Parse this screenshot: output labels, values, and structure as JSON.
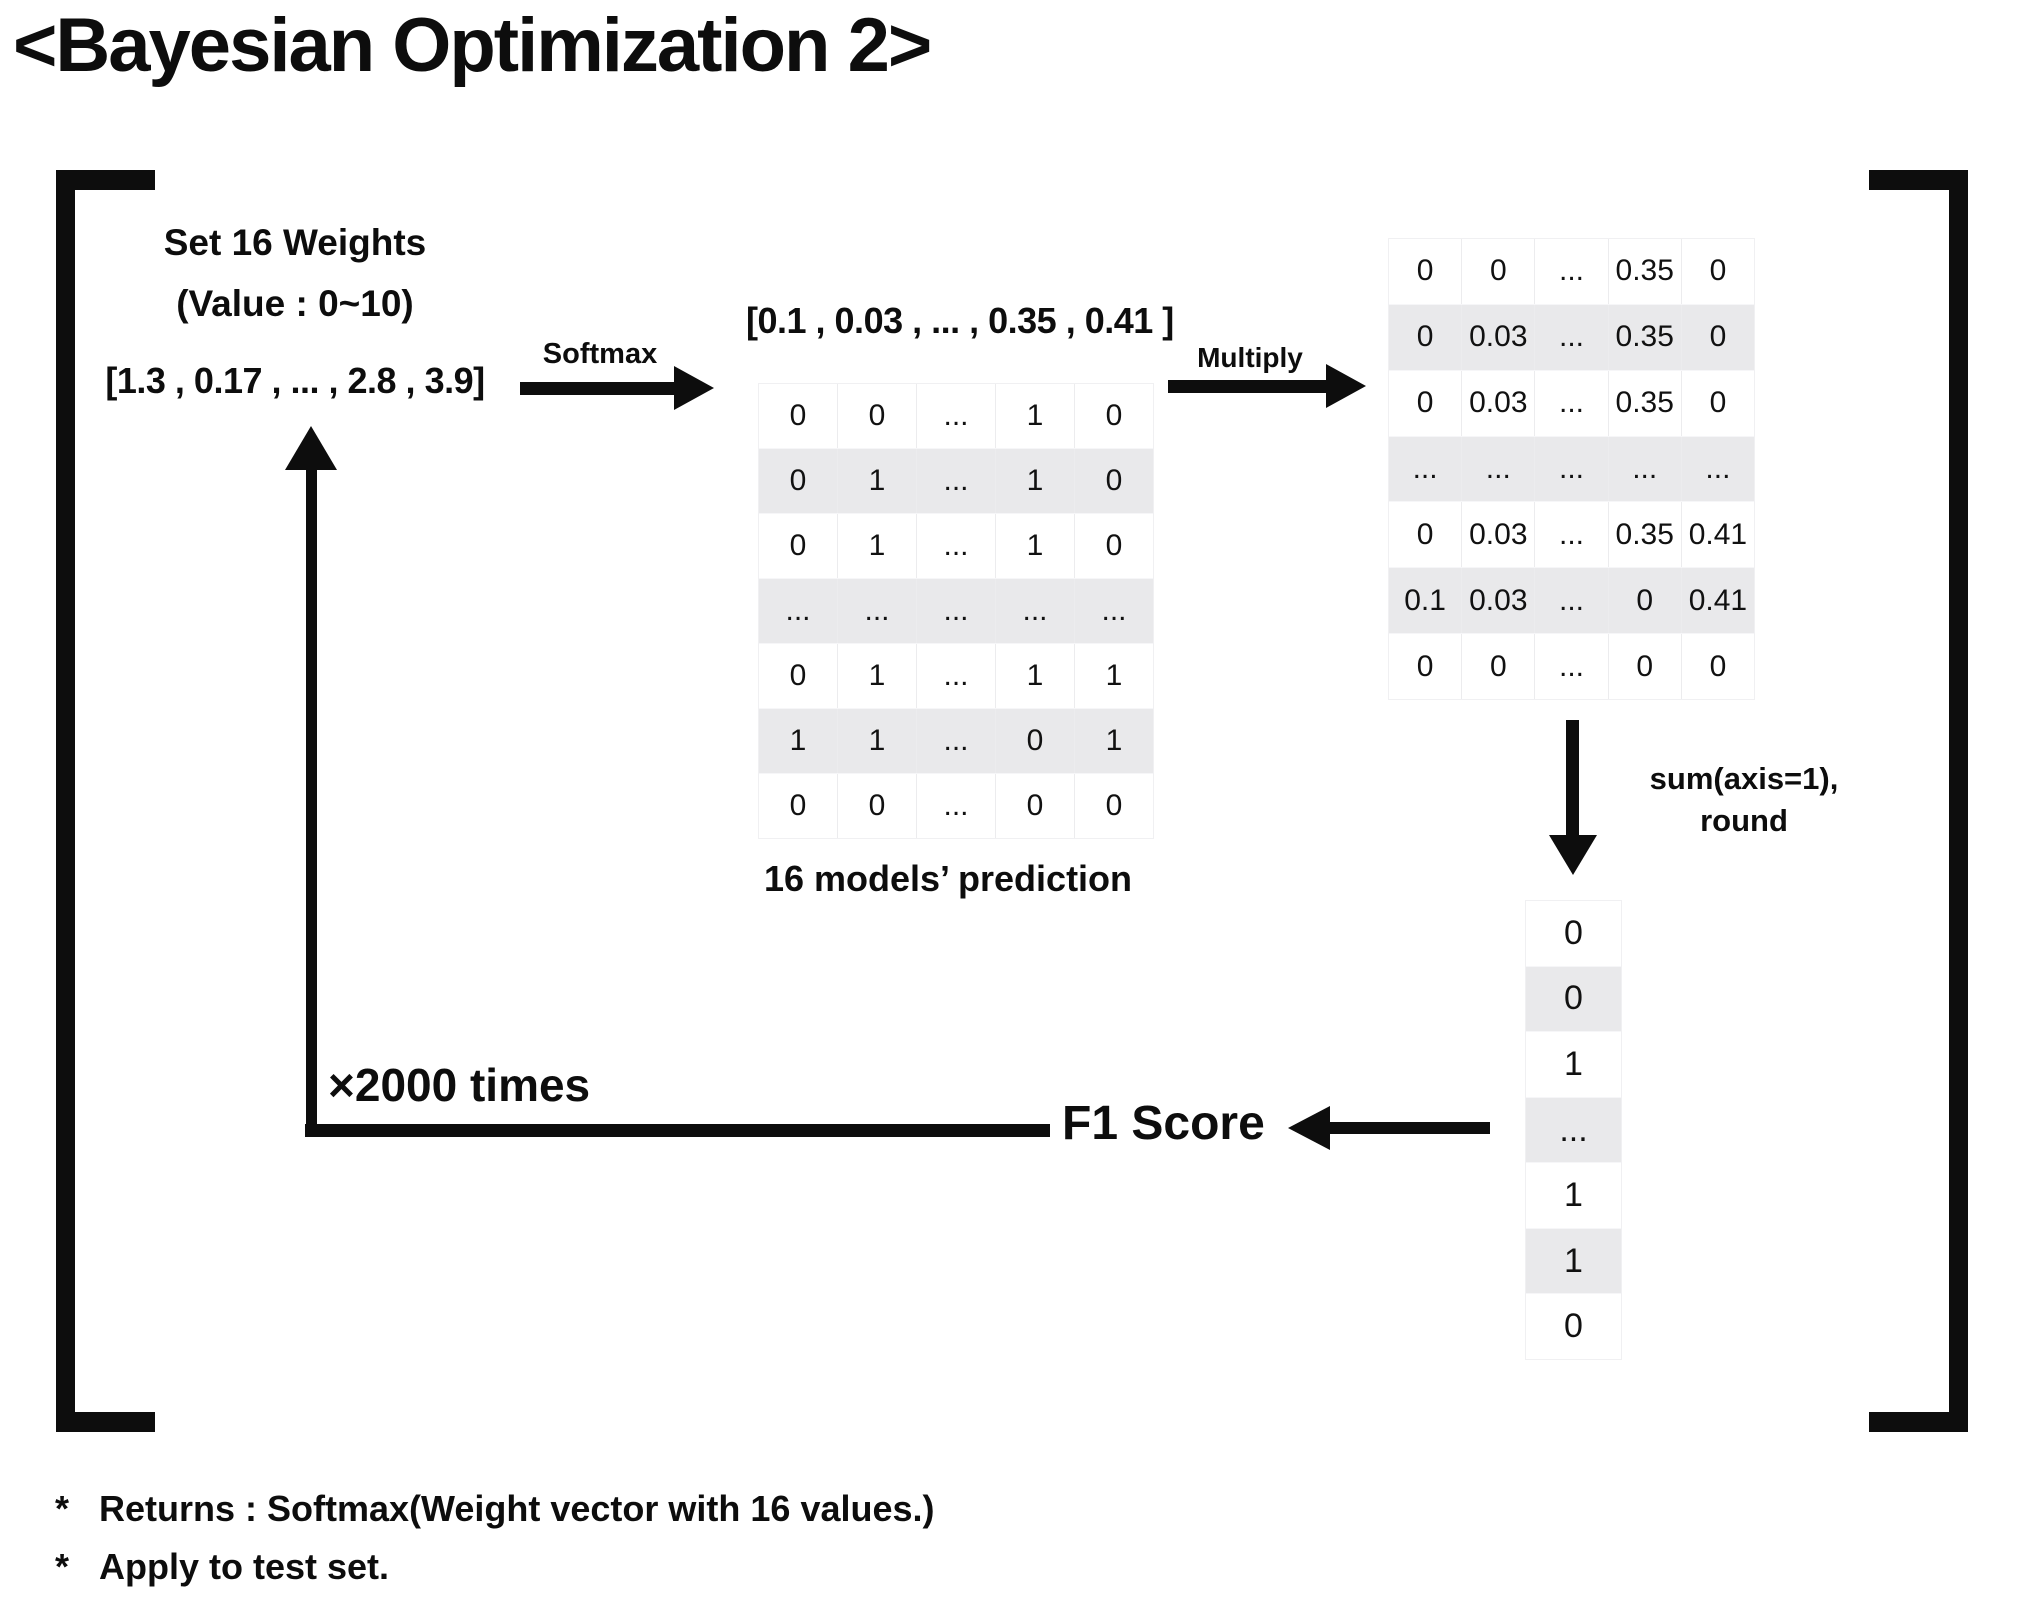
{
  "title": "<Bayesian Optimization 2>",
  "weights": {
    "heading_line1": "Set 16 Weights",
    "heading_line2": "(Value : 0~10)",
    "vector": "[1.3 , 0.17 , ... , 2.8 , 3.9]"
  },
  "softmax_vector": "[0.1 , 0.03 , ... , 0.35 , 0.41 ]",
  "arrows": {
    "softmax_label": "Softmax",
    "multiply_label": "Multiply",
    "sum_label_line1": "sum(axis=1),",
    "sum_label_line2": "round",
    "loop_label": "×2000 times"
  },
  "prediction_table": {
    "caption": "16 models’ prediction",
    "rows": [
      [
        "0",
        "0",
        "...",
        "1",
        "0"
      ],
      [
        "0",
        "1",
        "...",
        "1",
        "0"
      ],
      [
        "0",
        "1",
        "...",
        "1",
        "0"
      ],
      [
        "...",
        "...",
        "...",
        "...",
        "..."
      ],
      [
        "0",
        "1",
        "...",
        "1",
        "1"
      ],
      [
        "1",
        "1",
        "...",
        "0",
        "1"
      ],
      [
        "0",
        "0",
        "...",
        "0",
        "0"
      ]
    ]
  },
  "weighted_table": {
    "rows": [
      [
        "0",
        "0",
        "...",
        "0.35",
        "0"
      ],
      [
        "0",
        "0.03",
        "...",
        "0.35",
        "0"
      ],
      [
        "0",
        "0.03",
        "...",
        "0.35",
        "0"
      ],
      [
        "...",
        "...",
        "...",
        "...",
        "..."
      ],
      [
        "0",
        "0.03",
        "...",
        "0.35",
        "0.41"
      ],
      [
        "0.1",
        "0.03",
        "...",
        "0",
        "0.41"
      ],
      [
        "0",
        "0",
        "...",
        "0",
        "0"
      ]
    ]
  },
  "result_vector": {
    "rows": [
      "0",
      "0",
      "1",
      "...",
      "1",
      "1",
      "0"
    ]
  },
  "f1_score_label": "F1 Score",
  "notes": [
    {
      "bullet": "*",
      "text": "Returns : Softmax(Weight vector with 16 values.)"
    },
    {
      "bullet": "*",
      "text": "Apply to test set."
    }
  ],
  "colors": {
    "ink": "#0d0d0d",
    "row_alt": "#e9e9eb",
    "grid_line": "#ececee"
  }
}
